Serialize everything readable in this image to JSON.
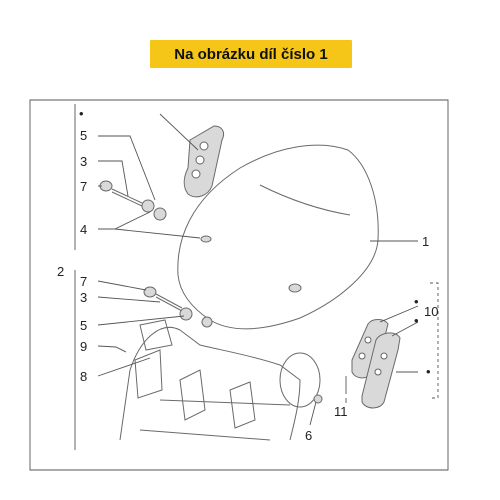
{
  "banner": {
    "title": "Na obrázku díl číslo 1"
  },
  "callouts": {
    "dot_top": "•",
    "c5a": "5",
    "c3a": "3",
    "c7a": "7",
    "c4": "4",
    "c2": "2",
    "c7b": "7",
    "c3b": "3",
    "c5b": "5",
    "c9": "9",
    "c8": "8",
    "c1": "1",
    "c10": "10",
    "dot_r1": "•",
    "dot_r2": "•",
    "dot_r3": "•",
    "c11": "11",
    "c6": "6"
  },
  "colors": {
    "banner_bg": "#f5c518",
    "line": "#6a6a6a",
    "part_fill": "#d9d9d9"
  }
}
